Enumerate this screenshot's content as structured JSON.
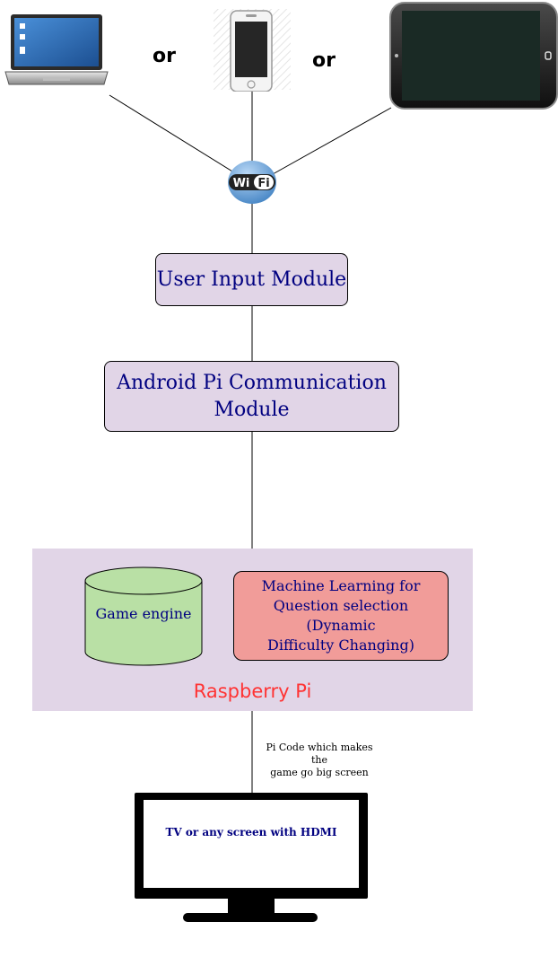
{
  "connector_labels": {
    "or_1": "or",
    "or_2": "or"
  },
  "devices": {
    "laptop": "laptop-icon",
    "phone": "smartphone-icon",
    "tablet": "tablet-icon"
  },
  "wifi": {
    "icon": "wifi-icon",
    "text_wi": "Wi",
    "text_fi": "Fi"
  },
  "modules": {
    "user_input": "User Input Module",
    "android_pi_line1": "Android Pi Communication",
    "android_pi_line2": "Module"
  },
  "raspberry_pi": {
    "label": "Raspberry Pi",
    "game_engine": "Game engine",
    "ml_line1": "Machine Learning for",
    "ml_line2": "Question selection (Dynamic",
    "ml_line3": "Difficulty Changing)"
  },
  "pi_code_note": {
    "line1": "Pi Code which makes the",
    "line2": "game go big screen"
  },
  "tv": {
    "label": "TV or any screen with HDMI"
  },
  "colors": {
    "module_fill": "#e1d5e7",
    "ml_fill": "#f19c99",
    "engine_fill": "#b9e0a5",
    "text_navy": "#000080",
    "rpi_label": "#ff3333"
  }
}
